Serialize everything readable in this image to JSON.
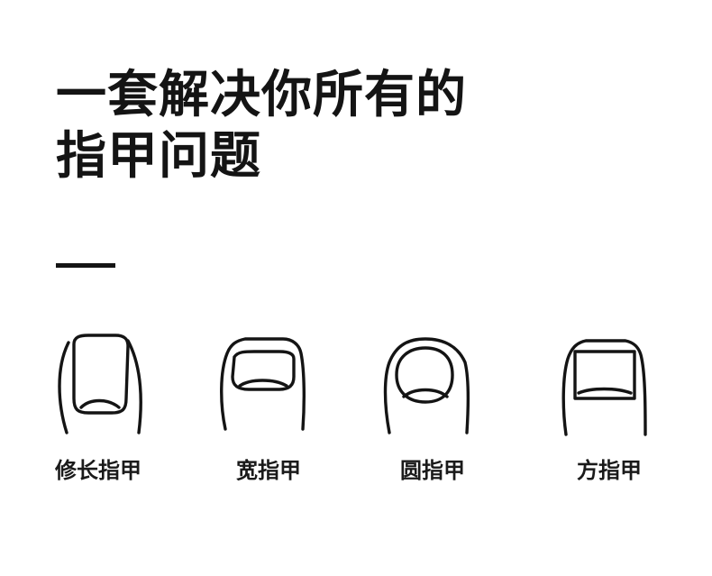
{
  "headline": {
    "line1": "一套解决你所有的",
    "line2": "指甲问题"
  },
  "nail_types": [
    {
      "label": "修长指甲",
      "icon": "long-nail-icon"
    },
    {
      "label": "宽指甲",
      "icon": "wide-nail-icon"
    },
    {
      "label": "圆指甲",
      "icon": "round-nail-icon"
    },
    {
      "label": "方指甲",
      "icon": "square-nail-icon"
    }
  ],
  "colors": {
    "text": "#141414",
    "background": "#ffffff"
  }
}
